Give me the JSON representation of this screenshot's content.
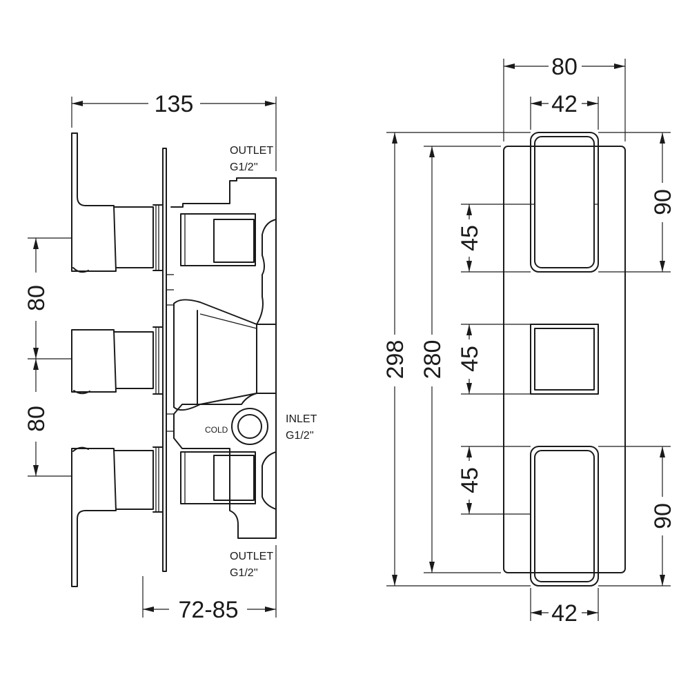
{
  "side_view": {
    "dimensions": {
      "overall_depth": "135",
      "upper_spacing": "80",
      "lower_spacing": "80",
      "wall_depth": "72-85"
    },
    "labels": {
      "outlet_top_line1": "OUTLET",
      "outlet_top_line2": "G1/2''",
      "inlet_line1": "INLET",
      "inlet_line2": "G1/2''",
      "cold": "COLD",
      "outlet_bottom_line1": "OUTLET",
      "outlet_bottom_line2": "G1/2''"
    }
  },
  "front_view": {
    "dimensions": {
      "plate_width": "80",
      "handle_width_top": "42",
      "handle_width_bottom": "42",
      "overall_height": "298",
      "plate_height": "280",
      "top_handle_height": "90",
      "bottom_handle_height": "90",
      "top_square": "45",
      "middle_square": "45",
      "bottom_square": "45"
    }
  }
}
